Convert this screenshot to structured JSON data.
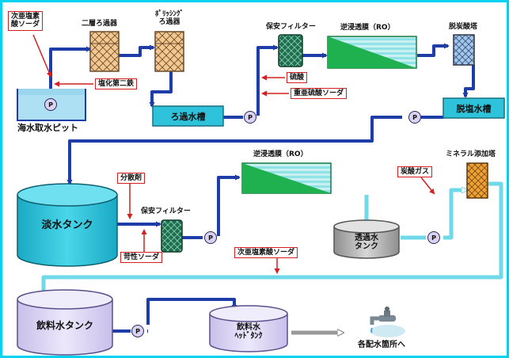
{
  "labels": {
    "hypochlorite_top": "次亜塩素\n酸ソーダ",
    "dual_filter": "二層ろ過器",
    "polishing_filter": "ﾎﾟﾘｯｼﾝｸﾞ\nろ過器",
    "safety_filter_top": "保安フィルター",
    "ro_top": "逆浸透膜（RO）",
    "decarbonation_tower": "脱炭酸塔",
    "ferric_chloride": "塩化第二鉄",
    "sulfuric_acid": "硫酸",
    "bisulfite": "重亜硫酸ソーダ",
    "seawater_pit": "海水取水ピット",
    "filtered_water_tank": "ろ過水槽",
    "decarbonated_water_tank": "脱塩水槽",
    "dispersant": "分散剤",
    "safety_filter_mid": "保安フィルター",
    "ro_mid": "逆浸透膜（RO）",
    "co2_gas": "炭酸ガス",
    "mineral_tower": "ミネラル添加塔",
    "freshwater_tank": "淡水タンク",
    "permeate_tank": "透過水\nタンク",
    "caustic_soda": "苛性ソーダ",
    "hypochlorite_mid": "次亜塩素酸ソーダ",
    "drinking_tank": "飲料水タンク",
    "head_tank": "飲料水\nﾍｯﾄﾞﾀﾝｸ",
    "distribution": "各配水箇所へ",
    "pump": "P"
  },
  "colors": {
    "frame": "#00d2f0",
    "pipe_blue": "#1f3da8",
    "pipe_light": "#6fd9e8",
    "arrow_red": "#d42020",
    "filter_orange": "#f3c890",
    "filter_green": "#1e6e50",
    "ro_green": "#1fb050",
    "tank_cyan": "#2ec3da",
    "tank_lavender": "#dcd6f2",
    "tank_gray": "#b8b8b8",
    "decarb_blue": "#7fb8ea"
  }
}
